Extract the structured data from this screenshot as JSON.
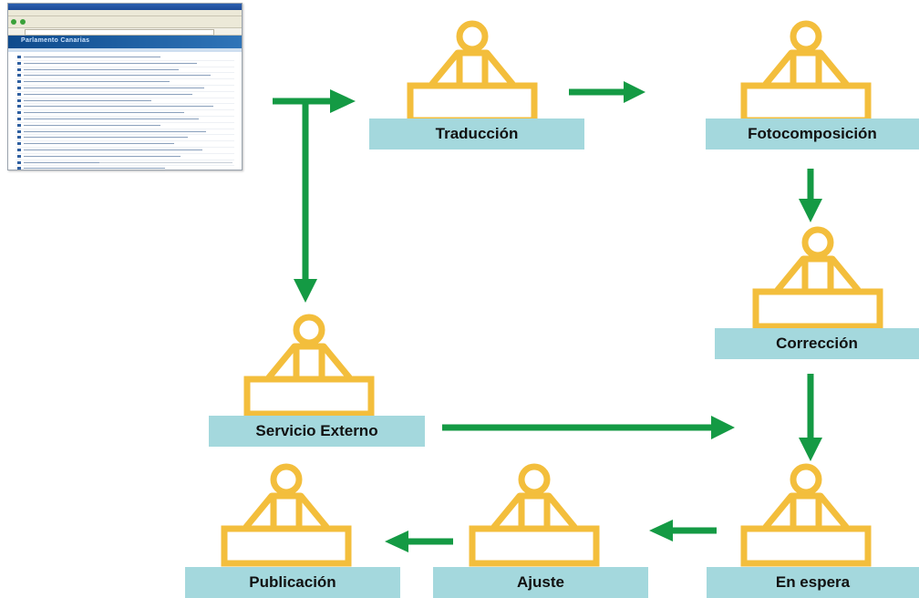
{
  "stations": [
    {
      "id": "traduccion",
      "label": "Traducción"
    },
    {
      "id": "fotocomposicion",
      "label": "Fotocomposición"
    },
    {
      "id": "correccion",
      "label": "Corrección"
    },
    {
      "id": "servicio-externo",
      "label": "Servicio Externo"
    },
    {
      "id": "en-espera",
      "label": "En espera"
    },
    {
      "id": "ajuste",
      "label": "Ajuste"
    },
    {
      "id": "publicacion",
      "label": "Publicación"
    }
  ],
  "colors": {
    "worker": "#f3be3c",
    "label_bg": "#a4d8dd",
    "arrow": "#149a44",
    "label_text": "#111111"
  },
  "icons": {
    "worker": "person-at-desk-icon",
    "screenshot": "browser-window-thumbnail"
  }
}
